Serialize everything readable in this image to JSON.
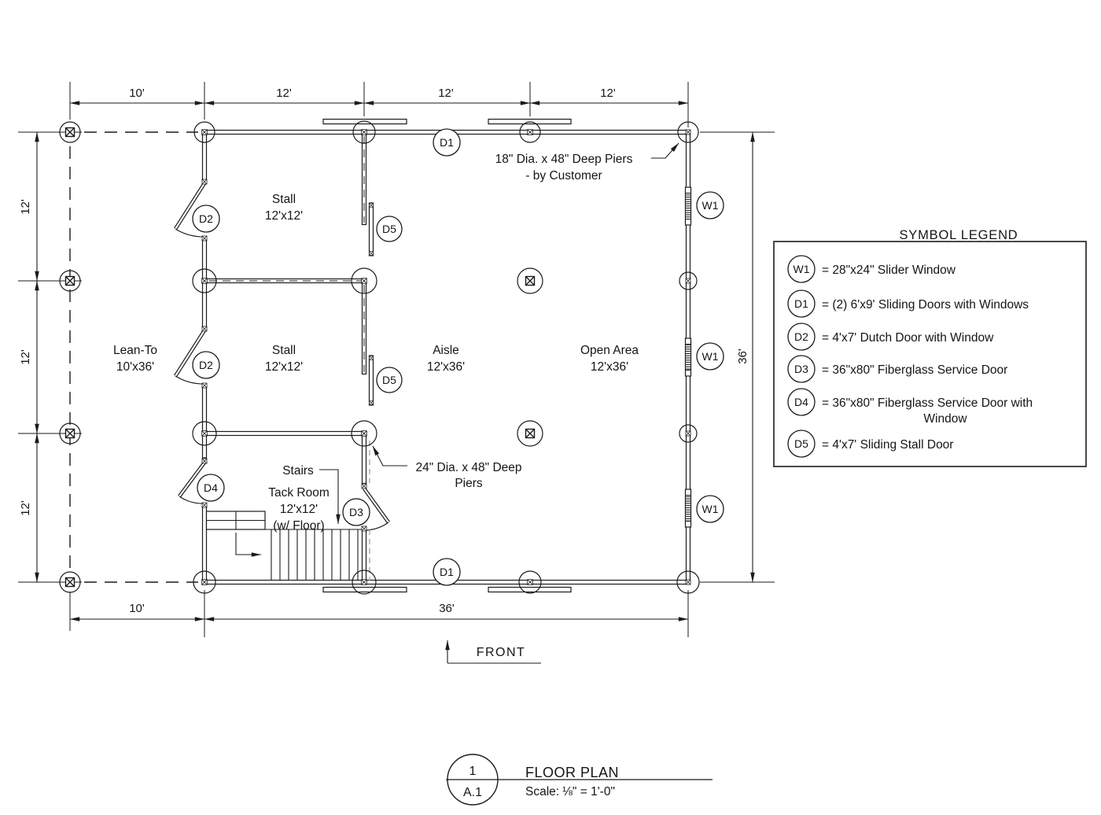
{
  "plan": {
    "rooms": {
      "stall1": {
        "name": "Stall",
        "size": "12'x12'"
      },
      "stall2": {
        "name": "Stall",
        "size": "12'x12'"
      },
      "lean_to": {
        "name": "Lean-To",
        "size": "10'x36'"
      },
      "aisle": {
        "name": "Aisle",
        "size": "12'x36'"
      },
      "open_area": {
        "name": "Open Area",
        "size": "12'x36'"
      },
      "tack_room": {
        "name": "Tack Room",
        "size": "12'x12'",
        "note": "(w/ Floor)"
      }
    },
    "labels": {
      "stairs": "Stairs",
      "front": "FRONT"
    },
    "dimensions": {
      "top": [
        "10'",
        "12'",
        "12'",
        "12'"
      ],
      "left": [
        "12'",
        "12'",
        "12'"
      ],
      "right": [
        "36'"
      ],
      "bottom": [
        "10'",
        "36'"
      ]
    },
    "annotations": {
      "piers18_line1": "18\" Dia. x 48\" Deep Piers",
      "piers18_line2": "- by Customer",
      "piers24_line1": "24\" Dia. x 48\" Deep",
      "piers24_line2": "Piers"
    },
    "symbols": {
      "w1": "W1",
      "d1": "D1",
      "d2": "D2",
      "d3": "D3",
      "d4": "D4",
      "d5": "D5"
    }
  },
  "legend": {
    "title": "SYMBOL LEGEND",
    "items": [
      {
        "symbol": "W1",
        "description": "= 28\"x24\" Slider Window"
      },
      {
        "symbol": "D1",
        "description": "= (2) 6'x9' Sliding Doors with Windows"
      },
      {
        "symbol": "D2",
        "description": "= 4'x7' Dutch Door with Window"
      },
      {
        "symbol": "D3",
        "description": "= 36\"x80\" Fiberglass Service Door"
      },
      {
        "symbol": "D4",
        "description": "= 36\"x80\" Fiberglass Service Door with",
        "description_line2": "Window"
      },
      {
        "symbol": "D5",
        "description": "= 4'x7' Sliding Stall Door"
      }
    ]
  },
  "title_block": {
    "detail_number": "1",
    "sheet_ref": "A.1",
    "title": "FLOOR PLAN",
    "scale_prefix": "Scale:",
    "scale_value": "⅛\" = 1'-0\""
  },
  "colors": {
    "line": "#1b1b1b",
    "background": "#ffffff"
  }
}
